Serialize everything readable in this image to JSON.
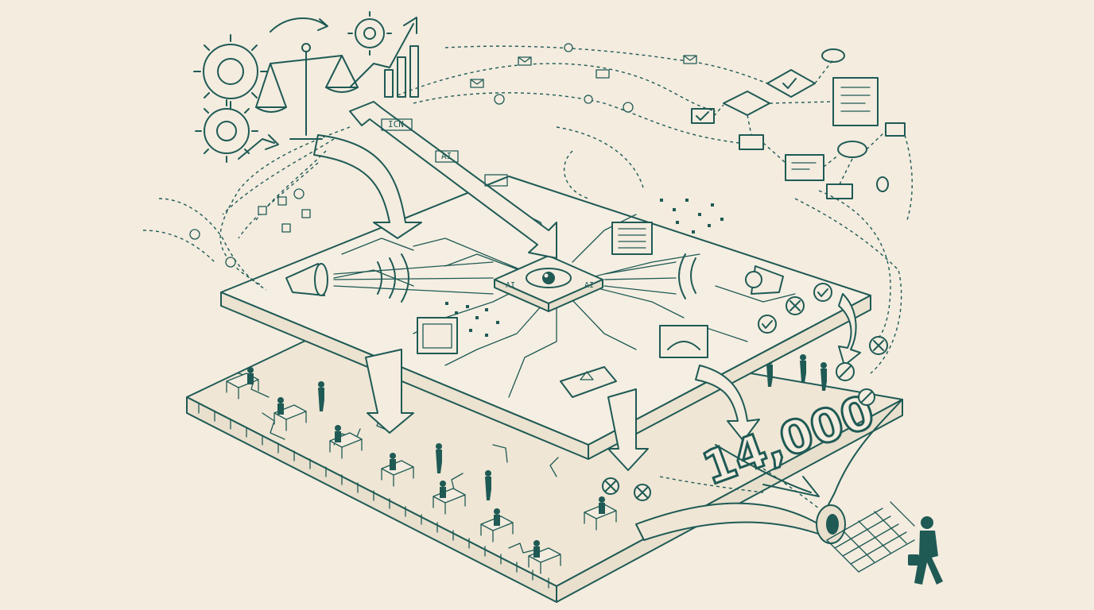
{
  "diagram": {
    "chip_label": "AI",
    "tag_left": "ICN",
    "tag_mid": "AI",
    "big_number": "14,000",
    "colors": {
      "ink": "#1f5a55",
      "paper": "#f3ecdf"
    },
    "icons": [
      "gear-icon",
      "scale-icon",
      "trend-arrow-icon",
      "bar-chart-icon",
      "eye-chip-icon",
      "megaphone-icon",
      "document-icon",
      "checkmark-icon",
      "cross-icon",
      "walking-person-icon"
    ]
  }
}
